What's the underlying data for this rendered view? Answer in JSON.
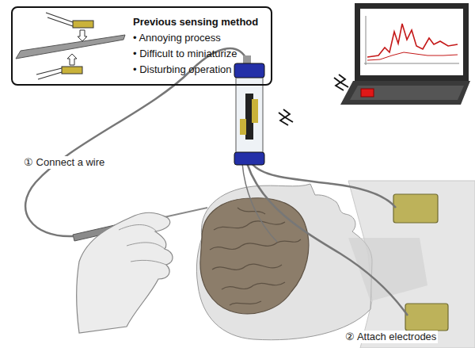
{
  "diagram": {
    "nodes": [
      {
        "text": [
          "Previous sensing method",
          "• Annoying process",
          "• Difficult to miniaturize",
          "• Disturbing operation"
        ]
      }
    ],
    "labels": [
      "① Connect a wire",
      "② Attach electrodes"
    ]
  }
}
